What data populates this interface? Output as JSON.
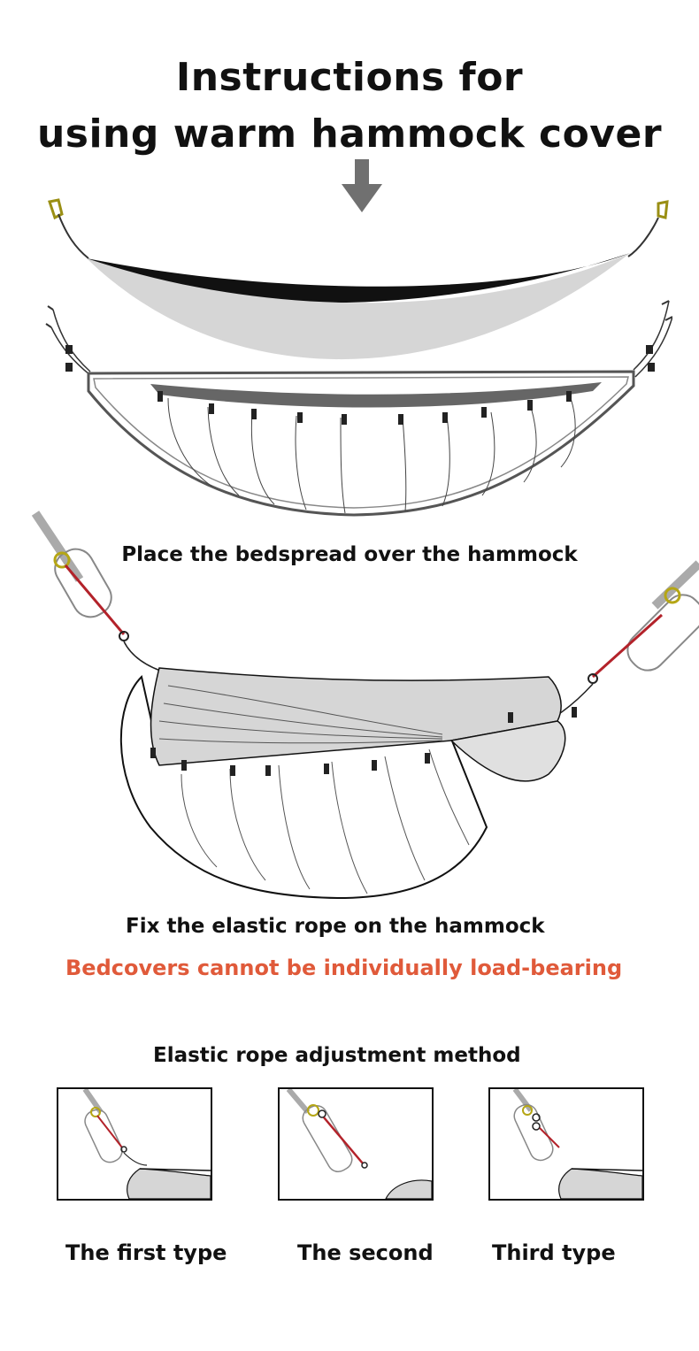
{
  "title": {
    "line1": "Instructions for",
    "line2": "using warm hammock cover"
  },
  "steps": {
    "step1_caption": "Place the bedspread over the hammock",
    "step2_caption": "Fix the elastic rope on the hammock",
    "warning": "Bedcovers cannot be individually load-bearing"
  },
  "adjustment": {
    "heading": "Elastic rope adjustment method",
    "types": [
      "The first type",
      "The second",
      "Third type"
    ]
  },
  "colors": {
    "warning": "#e05a3a",
    "rope": "#b3222a",
    "carabiner": "#b5a615",
    "fabric_gray": "#d8d8d8"
  },
  "icons": [
    "down-arrow-icon"
  ]
}
